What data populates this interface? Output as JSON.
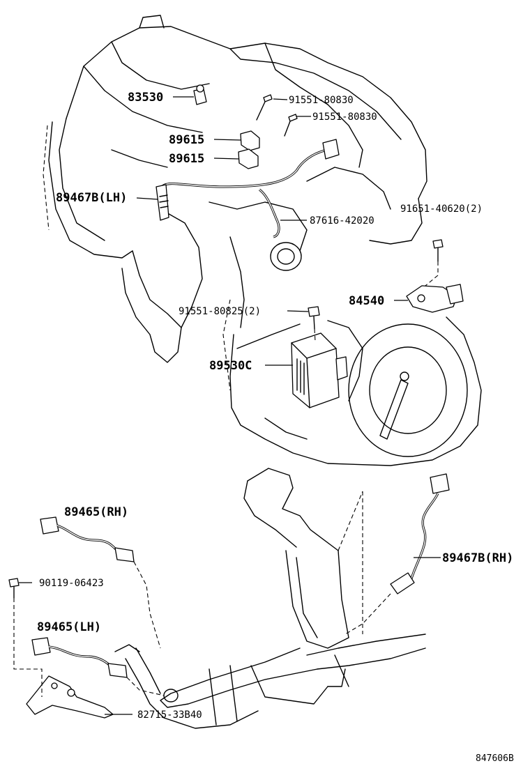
{
  "diagram": {
    "drawing_id": "847606B",
    "labels": {
      "p83530": "83530",
      "p91551_80830_a": "91551-80830",
      "p91551_80830_b": "91551-80830",
      "p89615_a": "89615",
      "p89615_b": "89615",
      "p89467b_lh": "89467B(LH)",
      "p87616_42020": "87616-42020",
      "p91651_40620": "91651-40620(2)",
      "p91551_80825": "91551-80825(2)",
      "p84540": "84540",
      "p89530c": "89530C",
      "p89465_rh": "89465(RH)",
      "p90119_06423": "90119-06423",
      "p89467b_rh": "89467B(RH)",
      "p89465_lh": "89465(LH)",
      "p82715_33b40": "82715-33B40"
    },
    "icons": [
      "engine-block-illustration",
      "transmission-illustration",
      "ecu-module-illustration",
      "exhaust-pipe-illustration",
      "oxygen-sensor-illustration",
      "knock-sensor-illustration",
      "bolt-illustration",
      "bracket-illustration",
      "neutral-switch-illustration"
    ]
  }
}
